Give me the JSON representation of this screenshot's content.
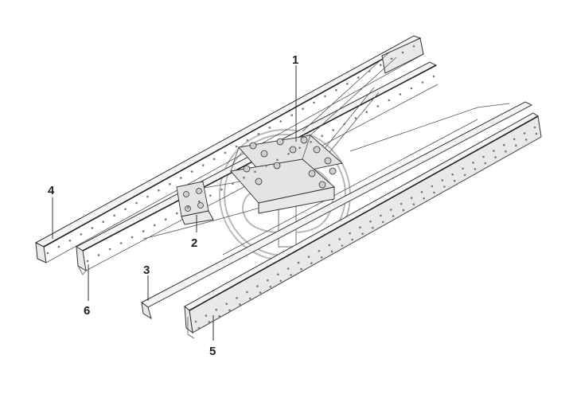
{
  "callouts": [
    {
      "id": "c1",
      "text": "1"
    },
    {
      "id": "c2",
      "text": "2"
    },
    {
      "id": "c3",
      "text": "3"
    },
    {
      "id": "c4",
      "text": "4"
    },
    {
      "id": "c5",
      "text": "5"
    },
    {
      "id": "c6",
      "text": "6"
    }
  ]
}
